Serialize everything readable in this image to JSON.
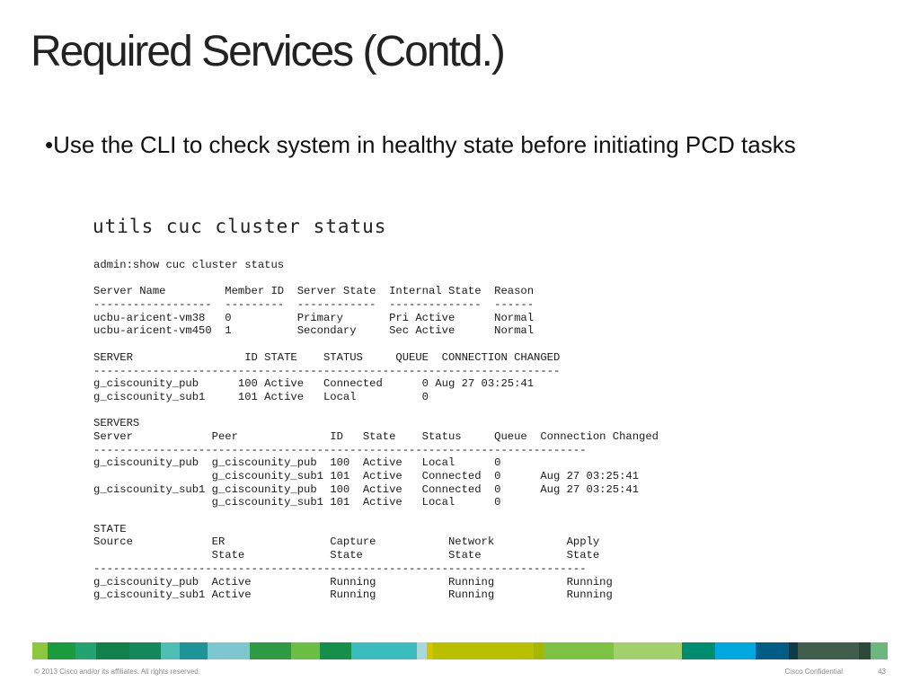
{
  "slide": {
    "title": "Required Services (Contd.)",
    "bullet": "•Use the CLI to check system in healthy state before initiating PCD tasks",
    "command": "utils cuc cluster status"
  },
  "terminal": {
    "lines": [
      "admin:show cuc cluster status",
      "",
      "Server Name         Member ID  Server State  Internal State  Reason",
      "------------------  ---------  ------------  --------------  ------",
      "ucbu-aricent-vm38   0          Primary       Pri Active      Normal",
      "ucbu-aricent-vm450  1          Secondary     Sec Active      Normal",
      "",
      "SERVER                 ID STATE    STATUS     QUEUE  CONNECTION CHANGED",
      "-----------------------------------------------------------------------",
      "g_ciscounity_pub      100 Active   Connected      0 Aug 27 03:25:41",
      "g_ciscounity_sub1     101 Active   Local          0",
      "",
      "SERVERS",
      "Server            Peer              ID   State    Status     Queue  Connection Changed",
      "---------------------------------------------------------------------------",
      "g_ciscounity_pub  g_ciscounity_pub  100  Active   Local      0",
      "                  g_ciscounity_sub1 101  Active   Connected  0      Aug 27 03:25:41",
      "g_ciscounity_sub1 g_ciscounity_pub  100  Active   Connected  0      Aug 27 03:25:41",
      "                  g_ciscounity_sub1 101  Active   Local      0",
      "",
      "STATE",
      "Source            ER                Capture           Network           Apply",
      "                  State             State             State             State",
      "---------------------------------------------------------------------------",
      "g_ciscounity_pub  Active            Running           Running           Running",
      "g_ciscounity_sub1 Active            Running           Running           Running"
    ]
  },
  "stripe_colors": [
    "#8dc63f",
    "#1a9b3e",
    "#23a36f",
    "#12804a",
    "#13885a",
    "#4dbfb4",
    "#1e9496",
    "#7dc8cf",
    "#2e9a44",
    "#6bbf44",
    "#14904b",
    "#3bbdc0",
    "#a8d8d8",
    "#d4c400",
    "#b9c000",
    "#a4b800",
    "#7dc242",
    "#a2d16c",
    "#008c6e",
    "#00a8e0",
    "#005d85",
    "#0e3b47",
    "#3f5e4b",
    "#2b4a39",
    "#6db77e"
  ],
  "footer": {
    "copyright": "© 2013 Cisco and/or its affiliates. All rights reserved.",
    "confidential": "Cisco Confidential",
    "page": "43"
  }
}
